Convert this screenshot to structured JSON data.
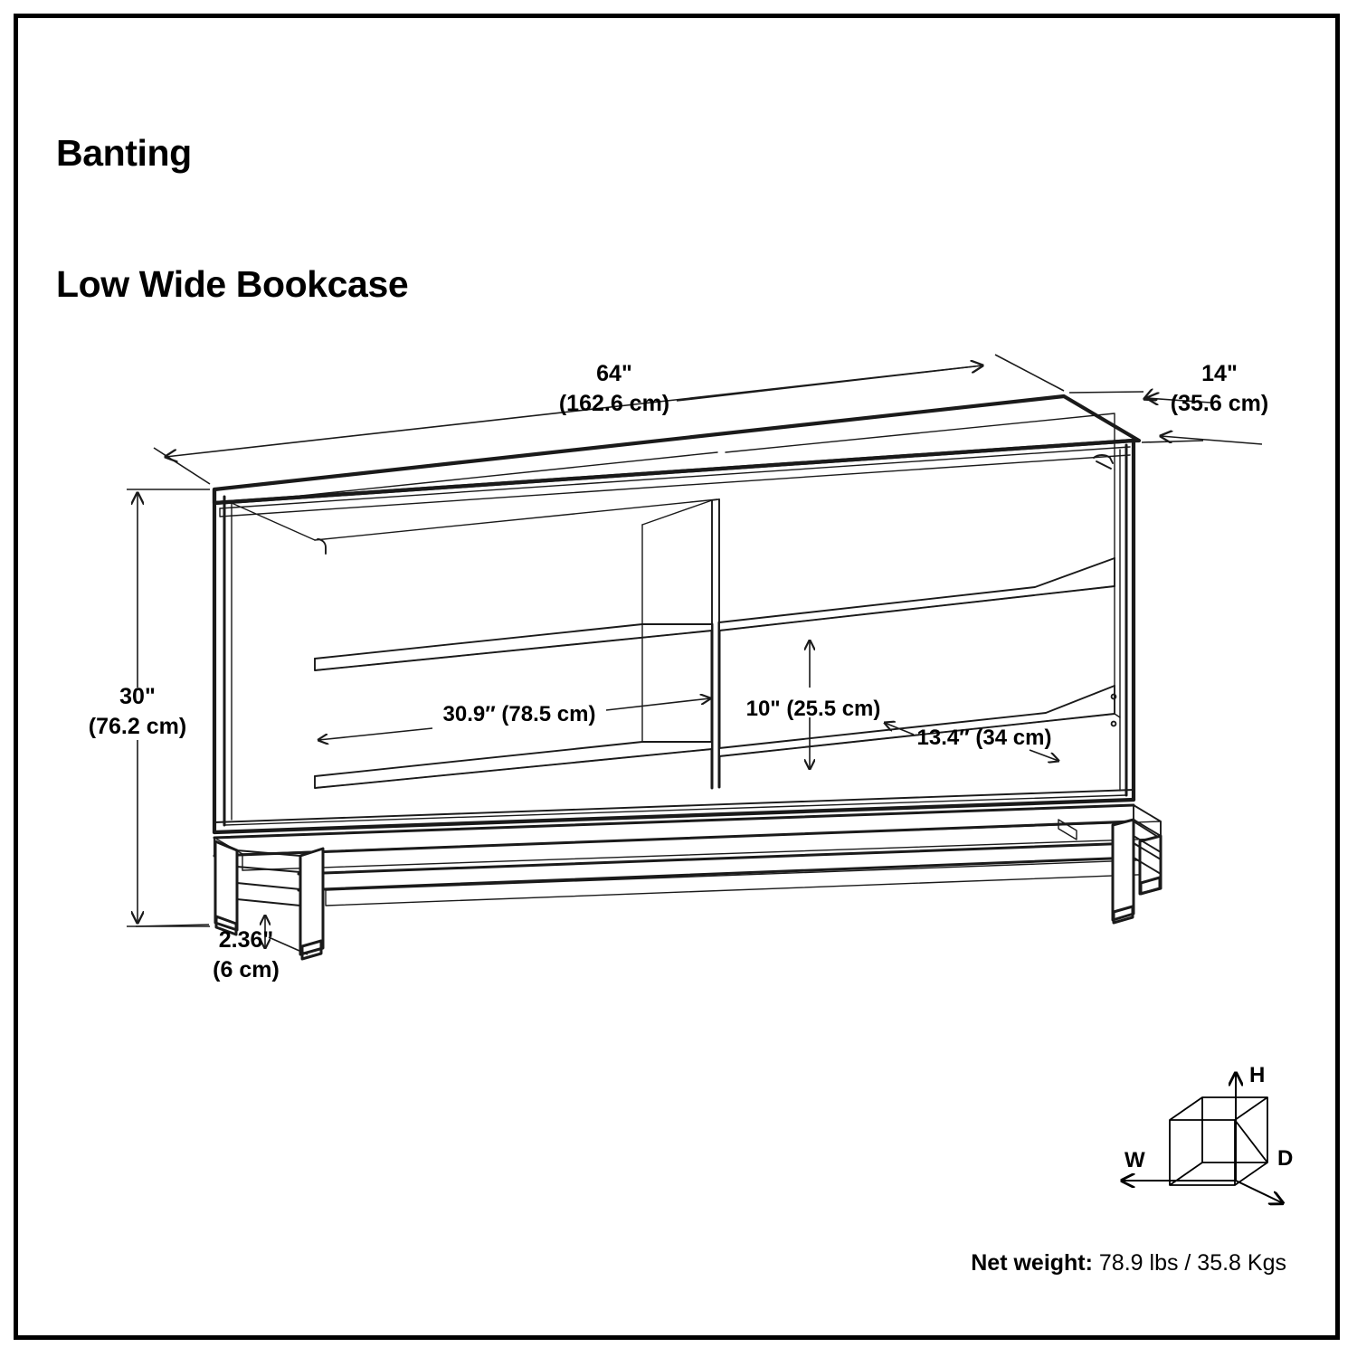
{
  "document": {
    "kind": "product-dimension-drawing",
    "product_line": "Banting",
    "product_name": "Low Wide Bookcase"
  },
  "title": {
    "line1": "Banting",
    "line2": "Low Wide Bookcase"
  },
  "dimensions": {
    "width": {
      "name": "overall-width",
      "imperial": "64\"",
      "metric": "(162.6 cm)"
    },
    "depth": {
      "name": "overall-depth",
      "imperial": "14\"",
      "metric": "(35.6 cm)"
    },
    "height": {
      "name": "overall-height",
      "imperial": "30\"",
      "metric": "(76.2 cm)"
    },
    "shelf_width": {
      "name": "shelf-opening-width",
      "combined": "30.9″ (78.5 cm)"
    },
    "shelf_height": {
      "name": "shelf-opening-height",
      "combined": "10\" (25.5 cm)"
    },
    "shelf_depth": {
      "name": "shelf-opening-depth",
      "combined": "13.4″ (34 cm)"
    },
    "leg_height": {
      "name": "leg-clearance-height",
      "imperial": "2.36\"",
      "metric": "(6 cm)"
    }
  },
  "legend": {
    "height_label": "H",
    "width_label": "W",
    "depth_label": "D"
  },
  "footer": {
    "net_weight_label": "Net weight:",
    "net_weight_value": "78.9 lbs / 35.8 Kgs"
  },
  "colors": {
    "line": "#1a1a1a",
    "text": "#000000",
    "background": "#ffffff",
    "border": "#000000"
  }
}
